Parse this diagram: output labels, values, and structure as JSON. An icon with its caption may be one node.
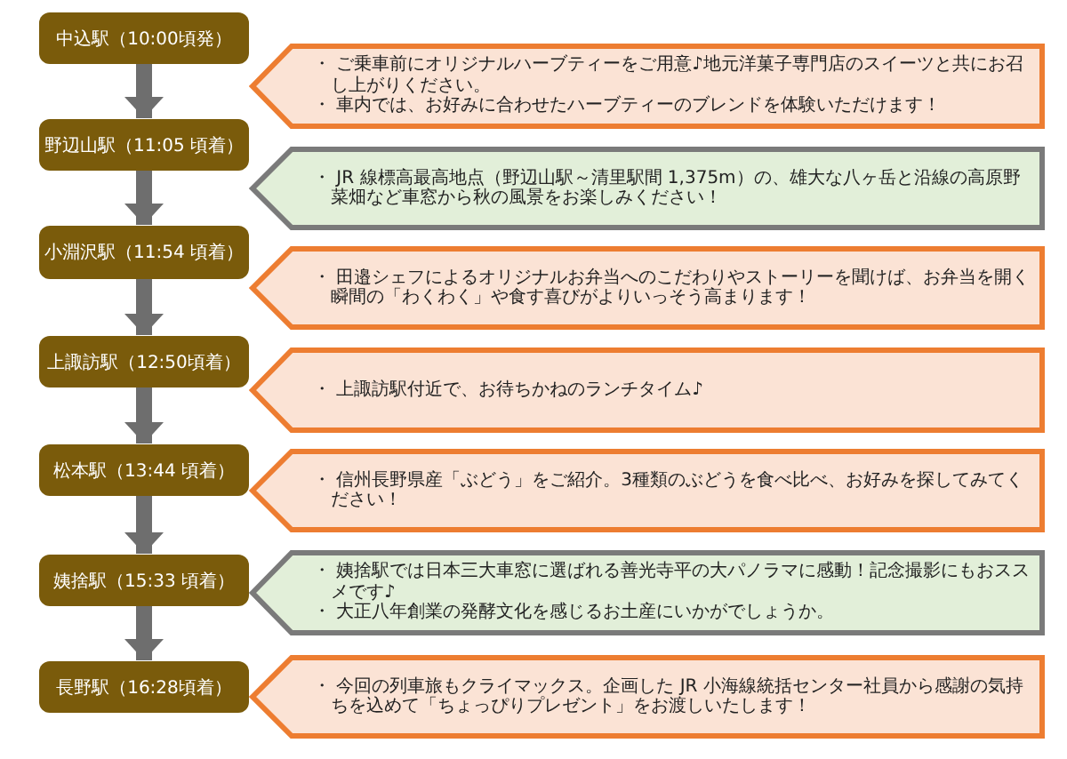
{
  "diagram": {
    "nodes": [
      {
        "text": [
          "中込駅（10:00頃発）"
        ]
      },
      {
        "text": [
          "・ ご乗車前にオリジナルハーブティーをご用意♪地元洋菓子専門店のスイーツと共にお召し上がりください。",
          "・ 車内では、お好みに合わせたハーブティーのブレンドを体験いただけます！"
        ]
      },
      {
        "text": [
          "野辺山駅（11:05 頃着）"
        ]
      },
      {
        "text": [
          "・ JR 線標高最高地点（野辺山駅～清里駅間 1,375m）の、雄大な八ヶ岳と沿線の高原野菜畑など車窓から秋の風景をお楽しみください！"
        ]
      },
      {
        "text": [
          "小淵沢駅（11:54 頃着）"
        ]
      },
      {
        "text": [
          "・ 田邉シェフによるオリジナルお弁当へのこだわりやストーリーを聞けば、お弁当を開く瞬間の「わくわく」や食す喜びがよりいっそう高まります！"
        ]
      },
      {
        "text": [
          "上諏訪駅（12:50頃着）"
        ]
      },
      {
        "text": [
          "・ 上諏訪駅付近で、お待ちかねのランチタイム♪"
        ]
      },
      {
        "text": [
          "松本駅（13:44 頃着）"
        ]
      },
      {
        "text": [
          "・ 信州長野県産「ぶどう」をご紹介。3種類のぶどうを食べ比べ、お好みを探してみてください！"
        ]
      },
      {
        "text": [
          "姨捨駅（15:33 頃着）"
        ]
      },
      {
        "text": [
          "・ 姨捨駅では日本三大車窓に選ばれる善光寺平の大パノラマに感動！記念撮影にもおススメです♪",
          "・ 大正八年創業の発酵文化を感じるお土産にいかがでしょうか。"
        ]
      },
      {
        "text": [
          "長野駅（16:28頃着）"
        ]
      },
      {
        "text": [
          "・ 今回の列車旅もクライマックス。企画した JR 小海線統括センター社員から感謝の気持ちを込めて「ちょっぴりプレゼント」をお渡しいたします！"
        ]
      }
    ],
    "edges": [
      {
        "from": 0,
        "to": 2,
        "arrow": "to"
      },
      {
        "from": 2,
        "to": 4,
        "arrow": "to"
      },
      {
        "from": 4,
        "to": 6,
        "arrow": "to"
      },
      {
        "from": 6,
        "to": 8,
        "arrow": "to"
      },
      {
        "from": 8,
        "to": 10,
        "arrow": "to"
      },
      {
        "from": 10,
        "to": 12,
        "arrow": "to"
      }
    ]
  }
}
